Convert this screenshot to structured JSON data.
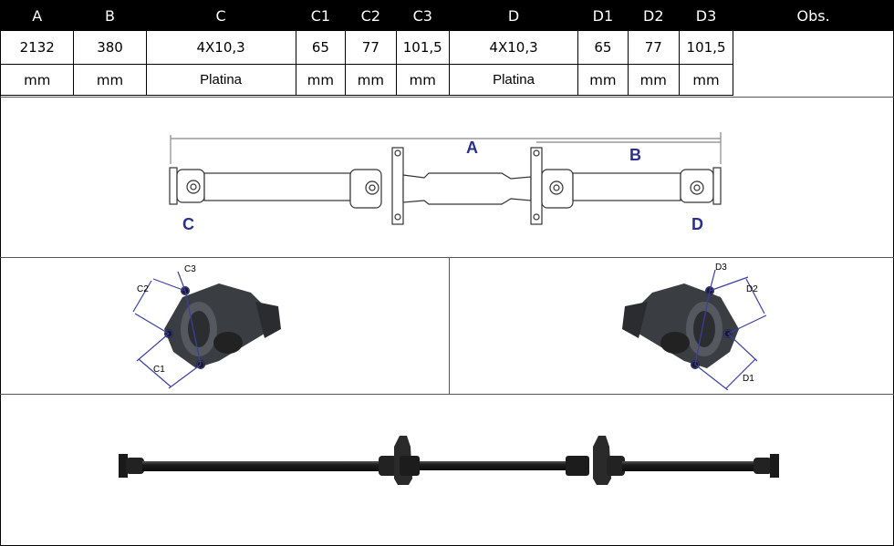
{
  "table": {
    "headers": [
      "A",
      "B",
      "C",
      "C1",
      "C2",
      "C3",
      "D",
      "D1",
      "D2",
      "D3",
      "Obs."
    ],
    "values": [
      "2132",
      "380",
      "4X10,3",
      "65",
      "77",
      "101,5",
      "4X10,3",
      "65",
      "77",
      "101,5",
      ""
    ],
    "units": [
      "mm",
      "mm",
      "Platina",
      "mm",
      "mm",
      "mm",
      "Platina",
      "mm",
      "mm",
      "mm"
    ]
  },
  "diagram": {
    "label_a": "A",
    "label_b": "B",
    "label_c": "C",
    "label_d": "D"
  },
  "flange_left": {
    "c1": "C1",
    "c2": "C2",
    "c3": "C3"
  },
  "flange_right": {
    "d1": "D1",
    "d2": "D2",
    "d3": "D3"
  },
  "colors": {
    "label_blue": "#2b2f8f",
    "shaft_black": "#1a1a1a"
  }
}
